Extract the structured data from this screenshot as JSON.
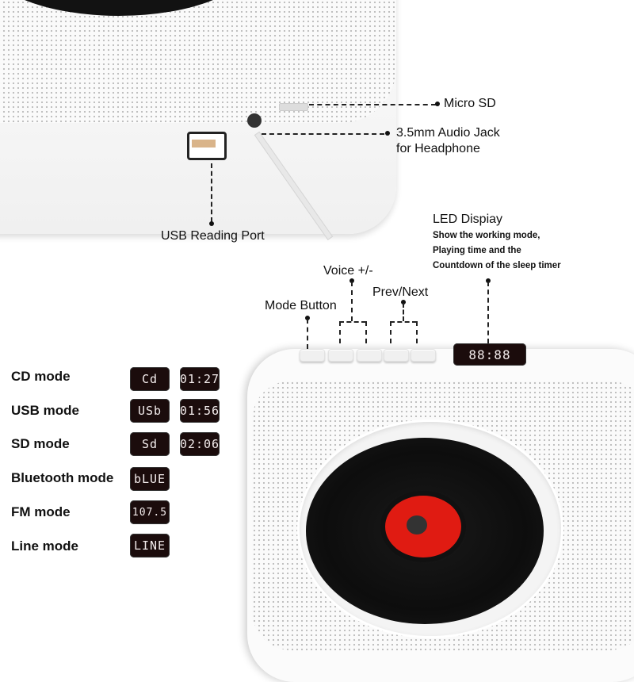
{
  "top_callouts": {
    "micro_sd": "Micro SD",
    "audio_jack_line1": "3.5mm Audio Jack",
    "audio_jack_line2": "for Headphone",
    "usb_port": "USB Reading Port"
  },
  "led_display": {
    "title": "LED Dispiay",
    "desc_line1": "Show the working mode,",
    "desc_line2": "Playing time and the",
    "desc_line3": "Countdown of the sleep timer",
    "device_readout": "88:88"
  },
  "button_callouts": {
    "mode": "Mode Button",
    "voice": "Voice +/-",
    "prev_next": "Prev/Next"
  },
  "modes": [
    {
      "label": "CD mode",
      "display": [
        "Cd",
        "01:27"
      ]
    },
    {
      "label": "USB mode",
      "display": [
        "USb",
        "01:56"
      ]
    },
    {
      "label": "SD mode",
      "display": [
        "Sd",
        "02:06"
      ]
    },
    {
      "label": "Bluetooth mode",
      "display": [
        "bLUE"
      ]
    },
    {
      "label": "FM mode",
      "display": [
        "107.5"
      ]
    },
    {
      "label": "Line mode",
      "display": [
        "LINE"
      ]
    }
  ],
  "colors": {
    "label_red": "#e01b12",
    "vinyl_black": "#121212",
    "lcd_bg": "#1b0c0c",
    "device_white": "#fafafa"
  }
}
